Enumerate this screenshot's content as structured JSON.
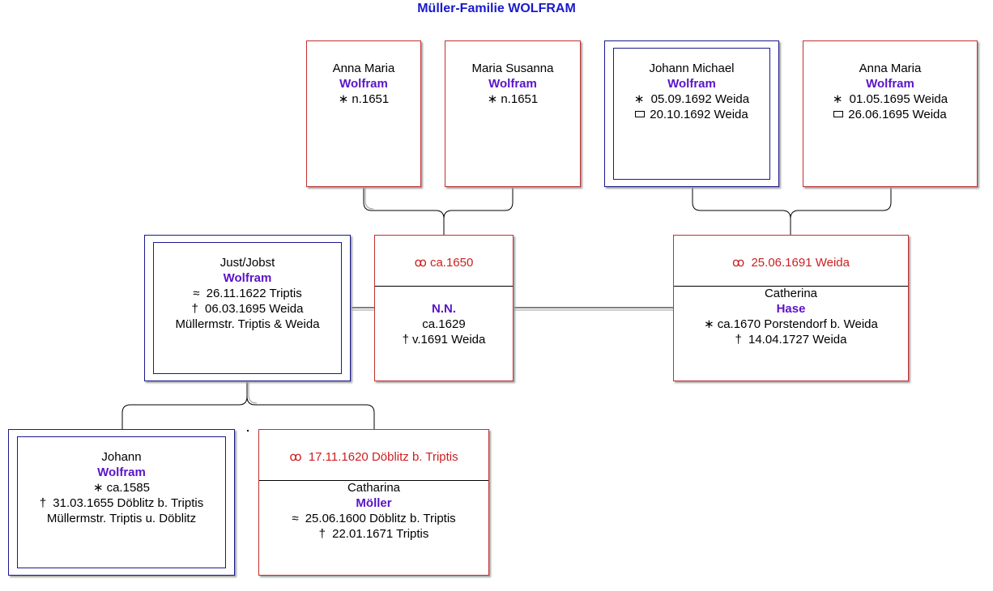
{
  "title": "Müller-Familie WOLFRAM",
  "symbols": {
    "birth": "∗",
    "baptism": "≈",
    "death": "†",
    "marriage": "ꝏ"
  },
  "children": [
    {
      "given": "Anna Maria",
      "surname": "Wolfram",
      "line1": "n.1651",
      "line2": ""
    },
    {
      "given": "Maria Susanna",
      "surname": "Wolfram",
      "line1": "n.1651",
      "line2": ""
    },
    {
      "given": "Johann Michael",
      "surname": "Wolfram",
      "line1": "05.09.1692 Weida",
      "line2": "20.10.1692 Weida"
    },
    {
      "given": "Anna Maria",
      "surname": "Wolfram",
      "line1": "01.05.1695 Weida",
      "line2": "26.06.1695 Weida"
    }
  ],
  "main": {
    "given": "Just/Jobst",
    "surname": "Wolfram",
    "baptism": "26.11.1622 Triptis",
    "death": "06.03.1695 Weida",
    "occupation": "Müllermstr. Triptis & Weida"
  },
  "spouse1": {
    "marriage": "ca.1650",
    "name": "N.N.",
    "born": "ca.1629",
    "death": "v.1691 Weida"
  },
  "spouse2": {
    "marriage": "25.06.1691 Weida",
    "given": "Catherina",
    "surname": "Hase",
    "birth": "ca.1670 Porstendorf b. Weida",
    "death": "14.04.1727 Weida"
  },
  "father": {
    "given": "Johann",
    "surname": "Wolfram",
    "birth": "ca.1585",
    "death": "31.03.1655 Döblitz b. Triptis",
    "occupation": "Müllermstr. Triptis u. Döblitz"
  },
  "mother": {
    "marriage": "17.11.1620 Döblitz b. Triptis",
    "given": "Catharina",
    "surname": "Möller",
    "baptism": "25.06.1600 Döblitz b. Triptis",
    "death": "22.01.1671 Triptis"
  }
}
